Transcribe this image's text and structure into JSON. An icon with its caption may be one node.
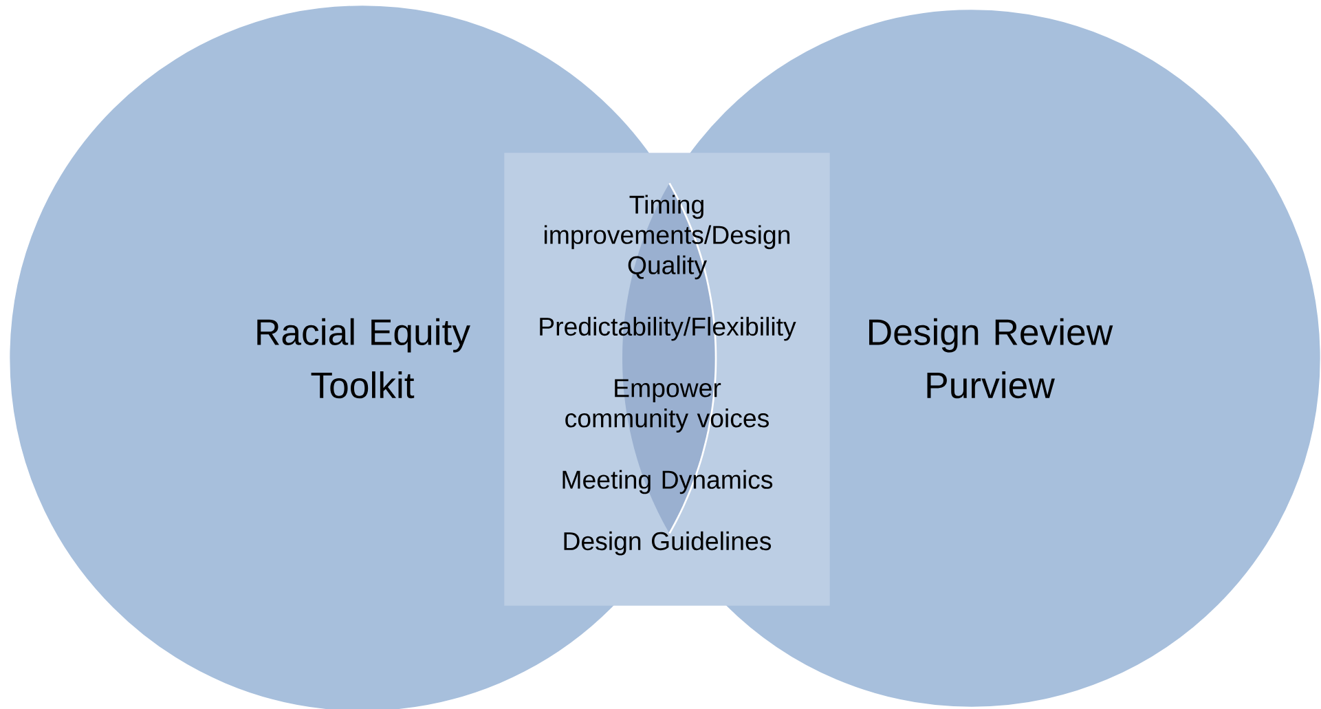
{
  "diagram": {
    "nodes": [
      {
        "text": [
          "Racial Equity Toolkit"
        ]
      },
      {
        "text": [
          "Design Review Purview"
        ]
      },
      {
        "text": [
          "Timing improvements/Design Quality",
          "Predictability/Flexibility",
          "Empower community voices",
          "Meeting Dynamics",
          "Design Guidelines"
        ]
      }
    ]
  }
}
